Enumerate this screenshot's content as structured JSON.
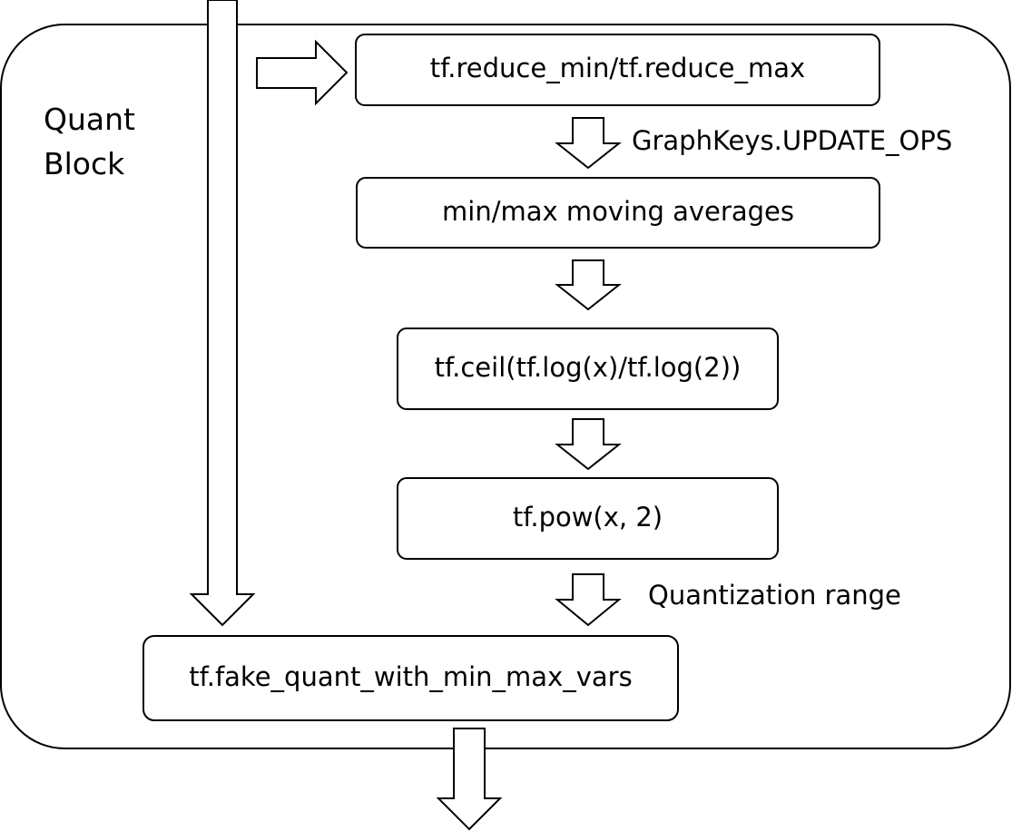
{
  "container": {
    "label_line1": "Quant",
    "label_line2": "Block"
  },
  "nodes": {
    "reduce": "tf.reduce_min/tf.reduce_max",
    "moving_avg": "min/max moving averages",
    "ceil_log": "tf.ceil(tf.log(x)/tf.log(2))",
    "pow": "tf.pow(x, 2)",
    "fake_quant": "tf.fake_quant_with_min_max_vars"
  },
  "edge_labels": {
    "update_ops": "GraphKeys.UPDATE_OPS",
    "quant_range": "Quantization range"
  }
}
